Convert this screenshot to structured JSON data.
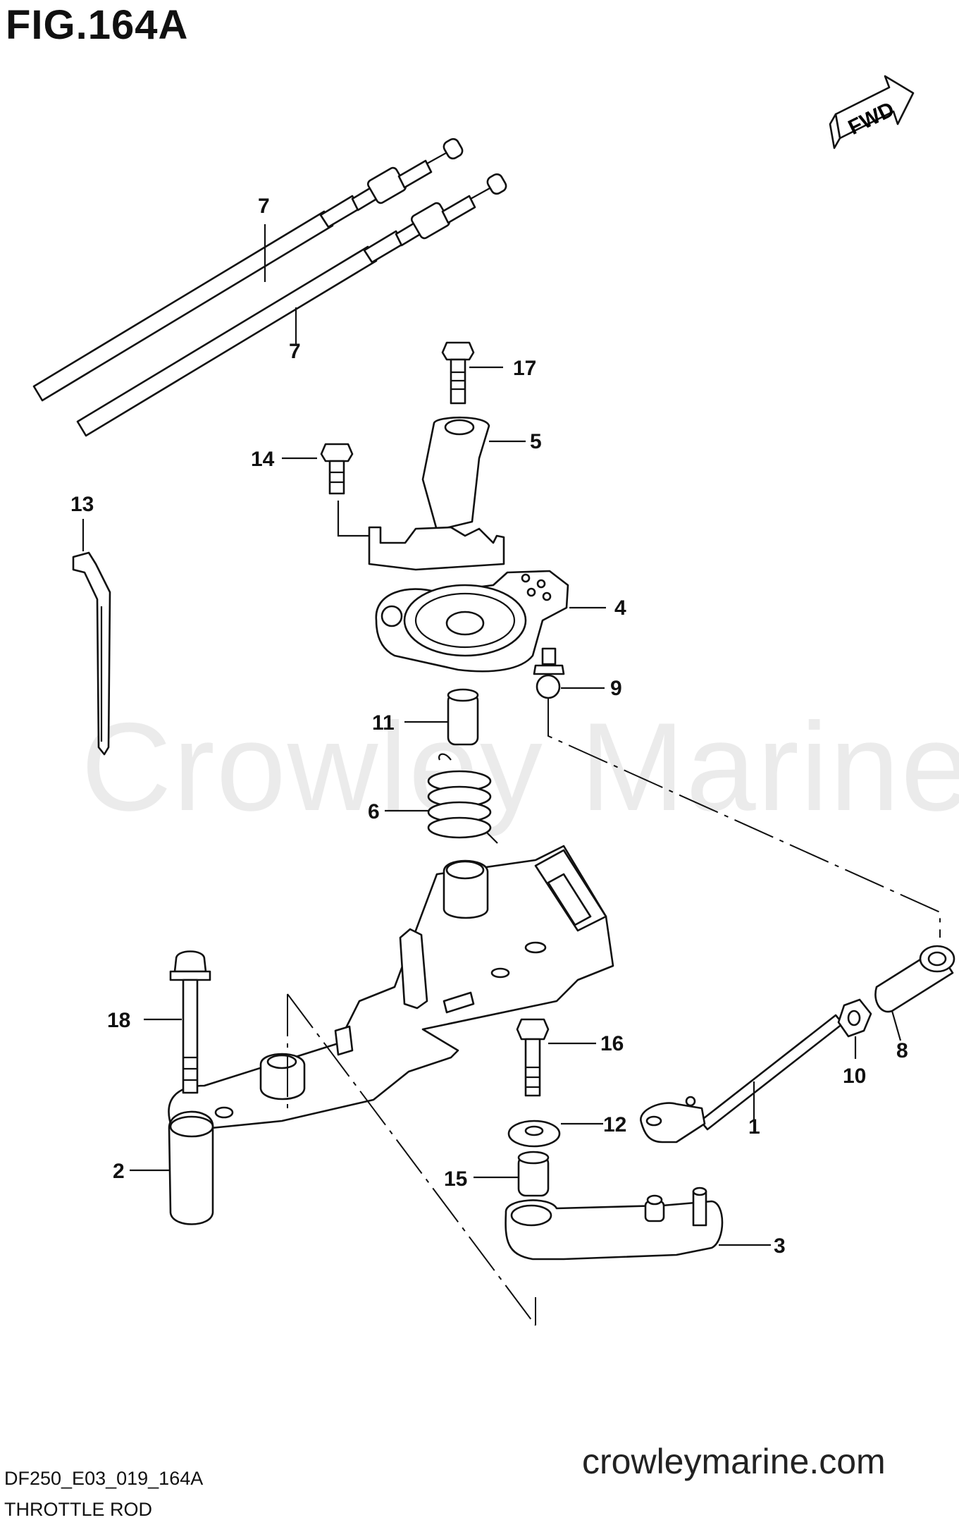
{
  "figure": {
    "title": "FIG.164A",
    "caption": "THROTTLE ROD",
    "code": "DF250_E03_019_164A",
    "website": "crowleymarine.com",
    "watermark": "Crowley Marine",
    "direction_label": "FWD"
  },
  "callouts": [
    {
      "id": "callout-1",
      "label": "1"
    },
    {
      "id": "callout-2",
      "label": "2"
    },
    {
      "id": "callout-3",
      "label": "3"
    },
    {
      "id": "callout-4",
      "label": "4"
    },
    {
      "id": "callout-5",
      "label": "5"
    },
    {
      "id": "callout-6",
      "label": "6"
    },
    {
      "id": "callout-7a",
      "label": "7"
    },
    {
      "id": "callout-7b",
      "label": "7"
    },
    {
      "id": "callout-8",
      "label": "8"
    },
    {
      "id": "callout-9",
      "label": "9"
    },
    {
      "id": "callout-10",
      "label": "10"
    },
    {
      "id": "callout-11",
      "label": "11"
    },
    {
      "id": "callout-12",
      "label": "12"
    },
    {
      "id": "callout-13",
      "label": "13"
    },
    {
      "id": "callout-14",
      "label": "14"
    },
    {
      "id": "callout-15",
      "label": "15"
    },
    {
      "id": "callout-16",
      "label": "16"
    },
    {
      "id": "callout-17",
      "label": "17"
    },
    {
      "id": "callout-18",
      "label": "18"
    }
  ]
}
